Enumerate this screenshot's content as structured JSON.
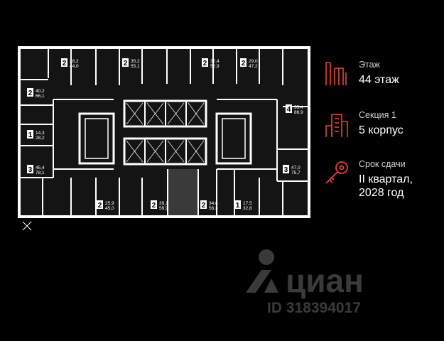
{
  "info": {
    "floor": {
      "label": "Этаж",
      "value": "44 этаж",
      "icon": "floors-icon"
    },
    "section": {
      "label": "Секция 1",
      "value": "5 корпус",
      "icon": "building-icon"
    },
    "delivery": {
      "label": "Срок сдачи",
      "value_line1": "II квартал,",
      "value_line2": "2028 год",
      "icon": "key-icon"
    }
  },
  "colors": {
    "accent": "#e8452c",
    "background": "#000000",
    "walls": "#ffffff",
    "apartment": "#1c1c1c",
    "selected": "#3a3a3a",
    "watermark": "#3a3a3a"
  },
  "watermark": {
    "brand": "циан",
    "id": "ID 318394017"
  },
  "apartments": [
    {
      "rooms": "2",
      "area": "40,2",
      "living": "66,1"
    },
    {
      "rooms": "2",
      "area": "28,2",
      "living": "44,0"
    },
    {
      "rooms": "2",
      "area": "35,2",
      "living": "55,1"
    },
    {
      "rooms": "2",
      "area": "32,4",
      "living": "50,9"
    },
    {
      "rooms": "2",
      "area": "29,0",
      "living": "47,2"
    },
    {
      "rooms": "4",
      "area": "55,4",
      "living": "86,9"
    },
    {
      "rooms": "1",
      "area": "14,3",
      "living": "28,2"
    },
    {
      "rooms": "3",
      "area": "45,4",
      "living": "78,1"
    },
    {
      "rooms": "3",
      "area": "47,0",
      "living": "75,7"
    },
    {
      "rooms": "2",
      "area": "25,9",
      "living": "45,0"
    },
    {
      "rooms": "2",
      "area": "39,1",
      "living": "59,9"
    },
    {
      "rooms": "2",
      "area": "34,6",
      "living": "56,3"
    },
    {
      "rooms": "1",
      "area": "17,5",
      "living": "32,8"
    }
  ]
}
